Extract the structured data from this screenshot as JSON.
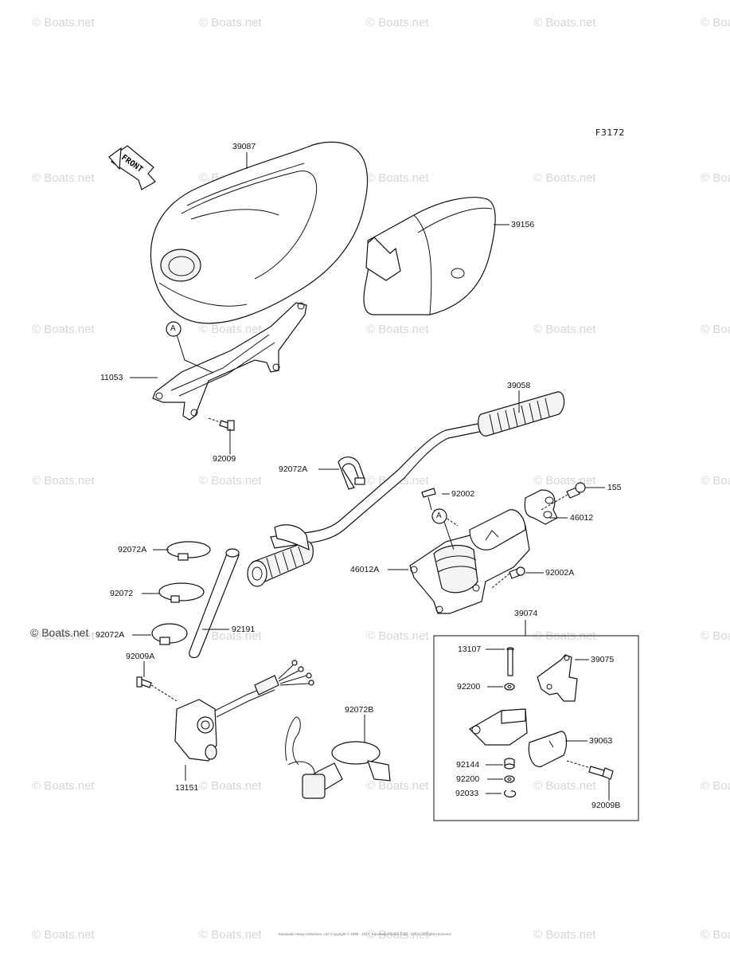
{
  "diagram_code": "F3172",
  "front_arrow_label": "FRONT",
  "watermark_text": "© Boats.net",
  "copyright_notice": "Kawasaki Heavy Industries, Ltd. Copyright © 1995 - 2017, Kawasaki Motors Corp., U.S.A. All rights reserved.",
  "callouts": {
    "a_upper": "A",
    "a_lower": "A"
  },
  "part_labels": {
    "p39087": "39087",
    "p39156": "39156",
    "p11053": "11053",
    "p92009": "92009",
    "p39058": "39058",
    "p92072A_top": "92072A",
    "p92002": "92002",
    "p155": "155",
    "p46012": "46012",
    "p46012A": "46012A",
    "p92002A": "92002A",
    "p92072A_mid": "92072A",
    "p92072": "92072",
    "p92072A_low": "92072A",
    "p92191": "92191",
    "p92009A": "92009A",
    "p13151": "13151",
    "p92072B": "92072B",
    "p39074": "39074",
    "p13107": "13107",
    "p39075": "39075",
    "p92200_a": "92200",
    "p39063": "39063",
    "p92144": "92144",
    "p92200_b": "92200",
    "p92033": "92033",
    "p92009B": "92009B"
  }
}
